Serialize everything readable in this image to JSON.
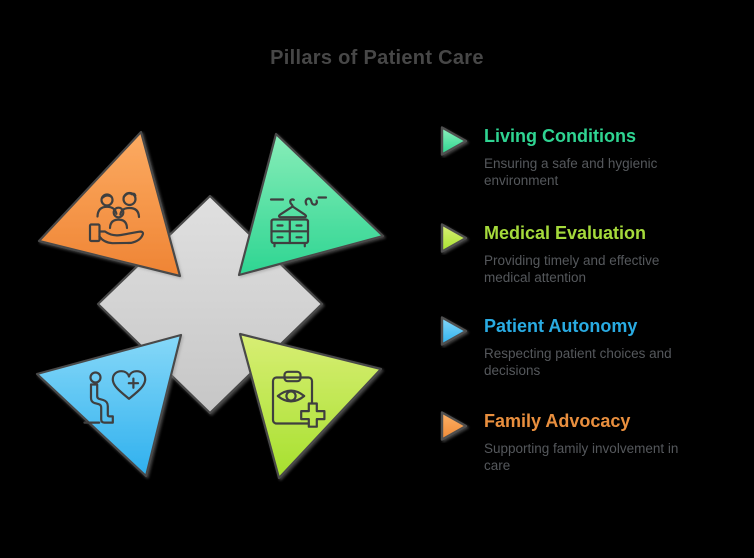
{
  "title": "Pillars of Patient Care",
  "legend": [
    {
      "title": "Living Conditions",
      "description": "Ensuring a safe and hygienic environment",
      "color": "#2fd492"
    },
    {
      "title": "Medical Evaluation",
      "description": "Providing timely and effective medical attention",
      "color": "#a5da3b"
    },
    {
      "title": "Patient Autonomy",
      "description": "Respecting patient choices and decisions",
      "color": "#29abe2"
    },
    {
      "title": "Family Advocacy",
      "description": "Supporting family involvement in care",
      "color": "#e98f3e"
    }
  ],
  "diagram": {
    "center_shape": "diamond",
    "segments": [
      {
        "position": "top-left",
        "icon": "family-in-hand-icon",
        "color_top": "#fcab62",
        "color_bottom": "#ef8434",
        "legend_ref": "Family Advocacy"
      },
      {
        "position": "top-right",
        "icon": "wardrobe-hangers-icon",
        "color_top": "#87edb8",
        "color_bottom": "#2ed592",
        "legend_ref": "Living Conditions"
      },
      {
        "position": "bottom-left",
        "icon": "patient-seated-heart-icon",
        "color_top": "#86d8f8",
        "color_bottom": "#2fb0ee",
        "legend_ref": "Patient Autonomy"
      },
      {
        "position": "bottom-right",
        "icon": "clipboard-eye-plus-icon",
        "color_top": "#d8ee74",
        "color_bottom": "#a6e02e",
        "legend_ref": "Medical Evaluation"
      }
    ],
    "center_color_top": "#dedede",
    "center_color_bottom": "#c6c6c6",
    "outline_color": "#4a4a4a"
  }
}
